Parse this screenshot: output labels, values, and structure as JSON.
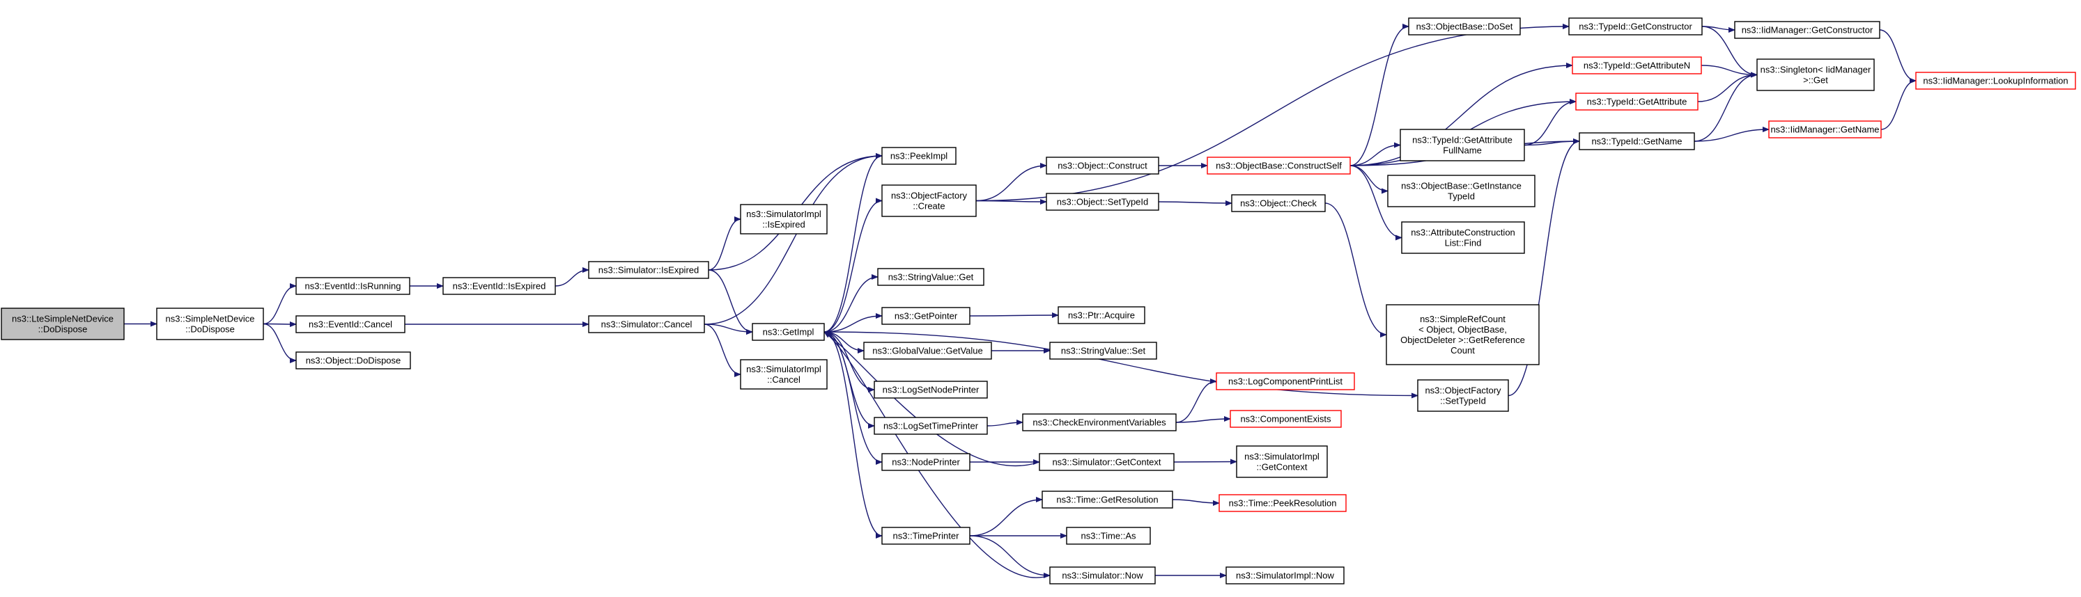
{
  "graph": {
    "edge_color": "#191970",
    "root_fill": "#bfbfbf",
    "truncated_border": "#ff0000",
    "nodes": [
      {
        "id": "lte",
        "lines": [
          "ns3::LteSimpleNetDevice",
          "::DoDispose"
        ],
        "root": true
      },
      {
        "id": "snd",
        "lines": [
          "ns3::SimpleNetDevice",
          "::DoDispose"
        ]
      },
      {
        "id": "eir",
        "lines": [
          "ns3::EventId::IsRunning"
        ]
      },
      {
        "id": "ec",
        "lines": [
          "ns3::EventId::Cancel"
        ]
      },
      {
        "id": "odd",
        "lines": [
          "ns3::Object::DoDispose"
        ]
      },
      {
        "id": "eie",
        "lines": [
          "ns3::EventId::IsExpired"
        ]
      },
      {
        "id": "sie",
        "lines": [
          "ns3::Simulator::IsExpired"
        ]
      },
      {
        "id": "sc",
        "lines": [
          "ns3::Simulator::Cancel"
        ]
      },
      {
        "id": "siie",
        "lines": [
          "ns3::SimulatorImpl",
          "::IsExpired"
        ]
      },
      {
        "id": "gi",
        "lines": [
          "ns3::GetImpl"
        ]
      },
      {
        "id": "sic",
        "lines": [
          "ns3::SimulatorImpl",
          "::Cancel"
        ]
      },
      {
        "id": "pi",
        "lines": [
          "ns3::PeekImpl"
        ]
      },
      {
        "id": "ofc",
        "lines": [
          "ns3::ObjectFactory",
          "::Create"
        ]
      },
      {
        "id": "svg",
        "lines": [
          "ns3::StringValue::Get"
        ]
      },
      {
        "id": "gp",
        "lines": [
          "ns3::GetPointer"
        ]
      },
      {
        "id": "gvg",
        "lines": [
          "ns3::GlobalValue::GetValue"
        ]
      },
      {
        "id": "lsnp",
        "lines": [
          "ns3::LogSetNodePrinter"
        ]
      },
      {
        "id": "lstp",
        "lines": [
          "ns3::LogSetTimePrinter"
        ]
      },
      {
        "id": "np",
        "lines": [
          "ns3::NodePrinter"
        ]
      },
      {
        "id": "tp",
        "lines": [
          "ns3::TimePrinter"
        ]
      },
      {
        "id": "oc",
        "lines": [
          "ns3::Object::Construct"
        ]
      },
      {
        "id": "osti",
        "lines": [
          "ns3::Object::SetTypeId"
        ]
      },
      {
        "id": "pa",
        "lines": [
          "ns3::Ptr::Acquire"
        ]
      },
      {
        "id": "svs",
        "lines": [
          "ns3::StringValue::Set"
        ]
      },
      {
        "id": "cev",
        "lines": [
          "ns3::CheckEnvironmentVariables"
        ]
      },
      {
        "id": "sgc",
        "lines": [
          "ns3::Simulator::GetContext"
        ]
      },
      {
        "id": "tgr",
        "lines": [
          "ns3::Time::GetResolution"
        ]
      },
      {
        "id": "ta",
        "lines": [
          "ns3::Time::As"
        ]
      },
      {
        "id": "sn",
        "lines": [
          "ns3::Simulator::Now"
        ]
      },
      {
        "id": "obcs",
        "lines": [
          "ns3::ObjectBase::ConstructSelf"
        ],
        "truncated": true
      },
      {
        "id": "ochk",
        "lines": [
          "ns3::Object::Check"
        ]
      },
      {
        "id": "lcpl",
        "lines": [
          "ns3::LogComponentPrintList"
        ],
        "truncated": true
      },
      {
        "id": "ce",
        "lines": [
          "ns3::ComponentExists"
        ],
        "truncated": true
      },
      {
        "id": "sigc",
        "lines": [
          "ns3::SimulatorImpl",
          "::GetContext"
        ]
      },
      {
        "id": "tpr",
        "lines": [
          "ns3::Time::PeekResolution"
        ],
        "truncated": true
      },
      {
        "id": "sin",
        "lines": [
          "ns3::SimulatorImpl::Now"
        ]
      },
      {
        "id": "obds",
        "lines": [
          "ns3::ObjectBase::DoSet"
        ]
      },
      {
        "id": "tigafn",
        "lines": [
          "ns3::TypeId::GetAttribute",
          "FullName"
        ]
      },
      {
        "id": "obgit",
        "lines": [
          "ns3::ObjectBase::GetInstance",
          "TypeId"
        ]
      },
      {
        "id": "aclf",
        "lines": [
          "ns3::AttributeConstruction",
          "List::Find"
        ]
      },
      {
        "id": "src",
        "lines": [
          "ns3::SimpleRefCount",
          "< Object, ObjectBase,",
          "ObjectDeleter >::GetReference",
          "Count"
        ]
      },
      {
        "id": "ofsti",
        "lines": [
          "ns3::ObjectFactory",
          "::SetTypeId"
        ]
      },
      {
        "id": "tigc",
        "lines": [
          "ns3::TypeId::GetConstructor"
        ]
      },
      {
        "id": "tigan",
        "lines": [
          "ns3::TypeId::GetAttributeN"
        ],
        "truncated": true
      },
      {
        "id": "tiga",
        "lines": [
          "ns3::TypeId::GetAttribute"
        ],
        "truncated": true
      },
      {
        "id": "tign",
        "lines": [
          "ns3::TypeId::GetName"
        ]
      },
      {
        "id": "imgc",
        "lines": [
          "ns3::IidManager::GetConstructor"
        ]
      },
      {
        "id": "sing",
        "lines": [
          "ns3::Singleton< IidManager",
          ">::Get"
        ]
      },
      {
        "id": "imgn",
        "lines": [
          "ns3::IidManager::GetName"
        ],
        "truncated": true
      },
      {
        "id": "imli",
        "lines": [
          "ns3::IidManager::LookupInformation"
        ],
        "truncated": true
      }
    ]
  }
}
